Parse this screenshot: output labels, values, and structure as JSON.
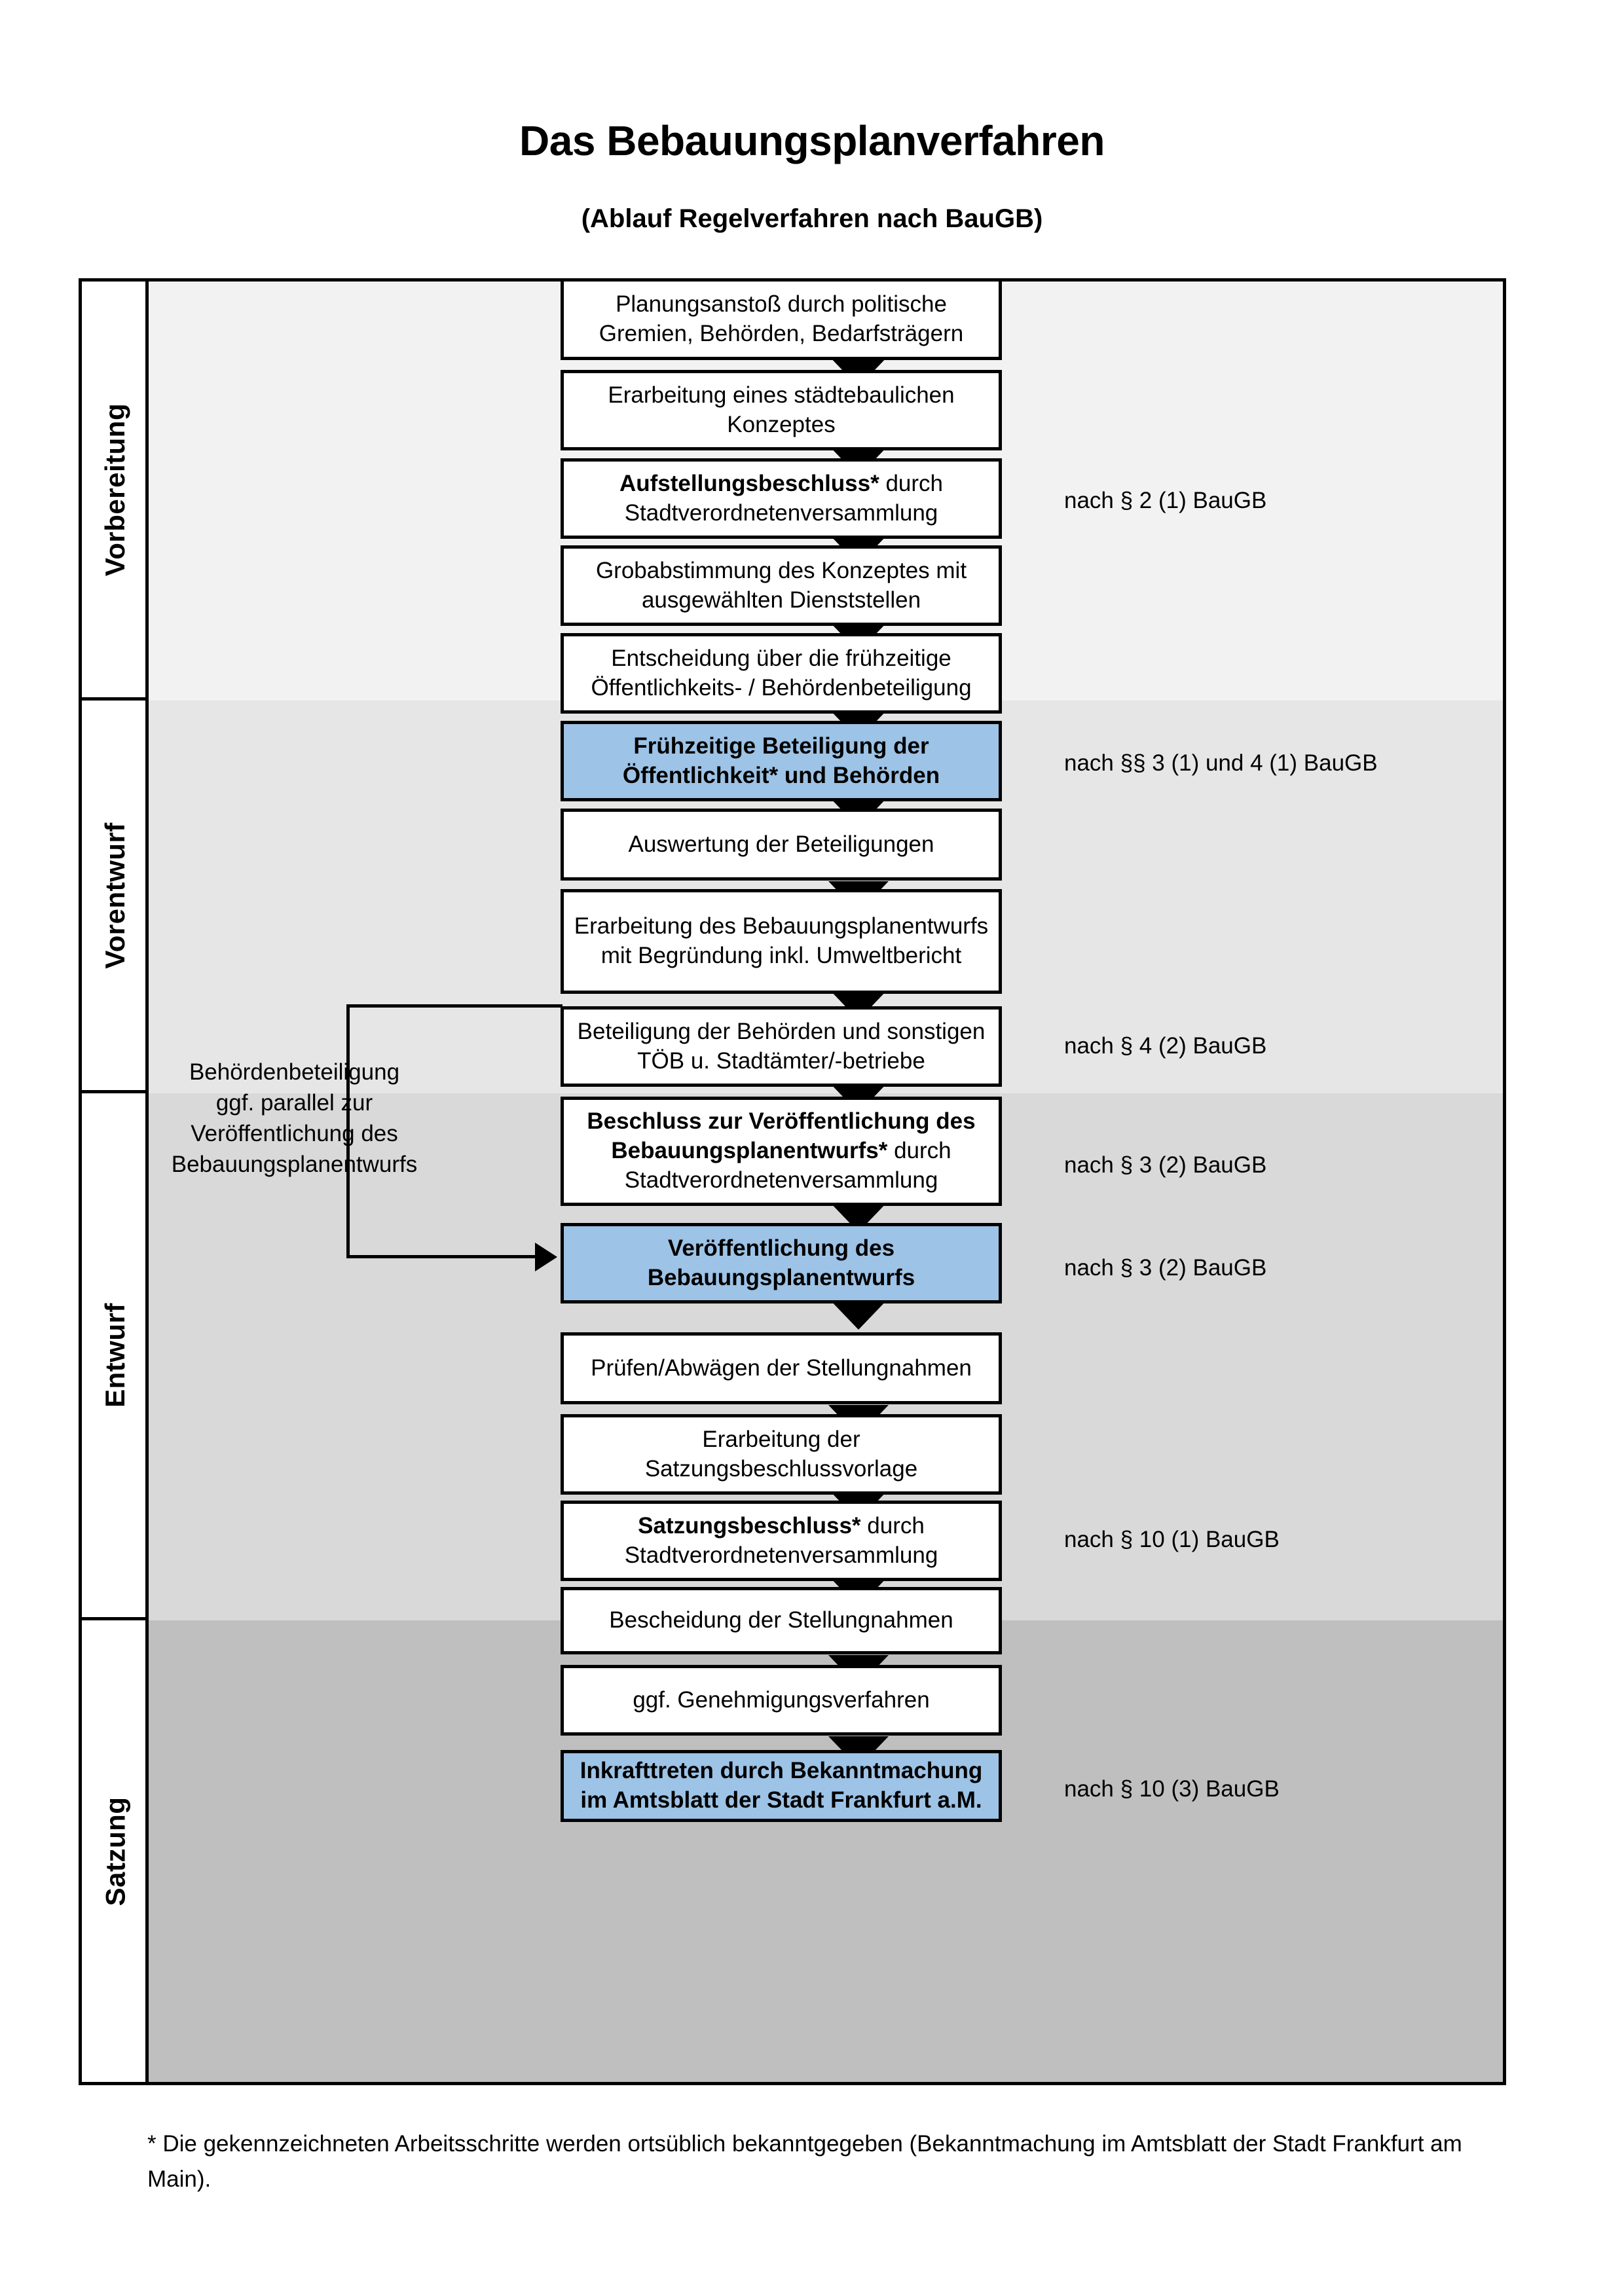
{
  "header": {
    "title": "Das Bebauungsplanverfahren",
    "subtitle": "(Ablauf Regelverfahren nach BauGB)"
  },
  "sections": [
    {
      "label": "Vorbereitung"
    },
    {
      "label": "Vorentwurf"
    },
    {
      "label": "Entwurf"
    },
    {
      "label": "Satzung"
    }
  ],
  "flow": {
    "steps": [
      {
        "id": "s1",
        "section": "Vorbereitung",
        "text": "Planungsanstoß durch politische Gremien, Behörden, Bedarfsträgern",
        "highlight": false
      },
      {
        "id": "s2",
        "section": "Vorbereitung",
        "text": "Erarbeitung eines städtebaulichen Konzeptes",
        "highlight": false
      },
      {
        "id": "s3",
        "section": "Vorbereitung",
        "text": "Aufstellungsbeschluss* durch Stadtverordnetenversammlung",
        "bold_lead": "Aufstellungsbeschluss*",
        "rest": " durch\nStadtverordnetenversammlung",
        "highlight": false
      },
      {
        "id": "s4",
        "section": "Vorentwurf",
        "text": "Grobabstimmung des Konzeptes mit ausgewählten Dienststellen",
        "highlight": false
      },
      {
        "id": "s5",
        "section": "Vorentwurf",
        "text": "Entscheidung über die frühzeitige Öffentlichkeits- / Behördenbeteiligung",
        "highlight": false
      },
      {
        "id": "s6",
        "section": "Vorentwurf",
        "text": "Frühzeitige Beteiligung der Öffentlichkeit* und Behörden",
        "highlight": true
      },
      {
        "id": "s7",
        "section": "Entwurf",
        "text": "Auswertung der Beteiligungen",
        "highlight": false
      },
      {
        "id": "s8",
        "section": "Entwurf",
        "text": "Erarbeitung des Bebauungsplanentwurfs mit Begründung inkl. Umweltbericht",
        "highlight": false
      },
      {
        "id": "s9",
        "section": "Entwurf",
        "text": "Beteiligung der Behörden und sonstigen TÖB u. Stadtämter/-betriebe",
        "highlight": false
      },
      {
        "id": "s10",
        "section": "Entwurf",
        "text": "Beschluss zur Veröffentlichung des Bebauungsplanentwurfs* durch Stadtverordnetenversammlung",
        "bold_lead": "Beschluss zur Veröffentlichung des Bebauungsplanentwurfs*",
        "rest": " durch\nStadtverordnetenversammlung",
        "highlight": false
      },
      {
        "id": "s11",
        "section": "Entwurf",
        "text": "Veröffentlichung des Bebauungsplanentwurfs",
        "highlight": true
      },
      {
        "id": "s12",
        "section": "Satzung",
        "text": "Prüfen/Abwägen der Stellungnahmen",
        "highlight": false
      },
      {
        "id": "s13",
        "section": "Satzung",
        "text": "Erarbeitung der Satzungsbeschlussvorlage",
        "highlight": false
      },
      {
        "id": "s14",
        "section": "Satzung",
        "text": "Satzungsbeschluss* durch Stadtverordnetenversammlung",
        "bold_lead": "Satzungsbeschluss*",
        "rest": " durch\nStadtverordnetenversammlung",
        "highlight": false
      },
      {
        "id": "s15",
        "section": "Satzung",
        "text": "Bescheidung der Stellungnahmen",
        "highlight": false
      },
      {
        "id": "s16",
        "section": "Satzung",
        "text": "ggf. Genehmigungsverfahren",
        "highlight": false
      },
      {
        "id": "s17",
        "section": "Satzung",
        "text": "Inkrafttreten durch Bekanntmachung im Amtsblatt der Stadt Frankfurt a.M.",
        "bold_lead": "Inkrafttreten",
        "rest": " durch Bekanntmachung\nim Amtsblatt der Stadt Frankfurt a.M.",
        "highlight": true
      }
    ]
  },
  "legal_notes": [
    {
      "for": "s3",
      "text": "nach § 2 (1) BauGB"
    },
    {
      "for": "s6",
      "text": "nach §§ 3 (1) und 4 (1) BauGB"
    },
    {
      "for": "s9",
      "text": "nach § 4 (2) BauGB"
    },
    {
      "for": "s10",
      "text": "nach § 3 (2) BauGB"
    },
    {
      "for": "s11",
      "text": "nach § 3 (2) BauGB"
    },
    {
      "for": "s14",
      "text": "nach § 10 (1) BauGB"
    },
    {
      "for": "s17",
      "text": "nach § 10 (3) BauGB"
    }
  ],
  "side_note": {
    "text": "Behördenbeteiligung\nggf. parallel zur\nVeröffentlichung des\nBebauungsplanentwurfs"
  },
  "footnote": {
    "text": "* Die gekennzeichneten Arbeitsschritte werden ortsüblich bekanntgegeben (Bekanntmachung im Amtsblatt  der Stadt Frankfurt am Main)."
  },
  "colors": {
    "highlight_fill": "#9dc3e6",
    "band_vorbereitung": "#f2f2f2",
    "band_vorentwurf": "#e6e6e6",
    "band_entwurf": "#d9d9d9",
    "band_satzung": "#bfbfbf",
    "stroke": "#000000"
  }
}
